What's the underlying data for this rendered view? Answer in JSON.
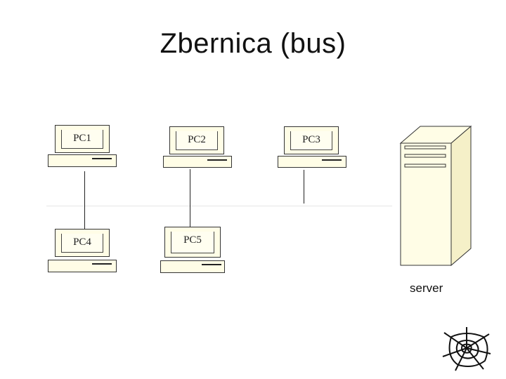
{
  "title": "Zbernica (bus)",
  "nodes": [
    {
      "id": "pc1",
      "label": "PC1"
    },
    {
      "id": "pc2",
      "label": "PC2"
    },
    {
      "id": "pc3",
      "label": "PC3"
    },
    {
      "id": "pc4",
      "label": "PC4"
    },
    {
      "id": "pc5",
      "label": "PC5"
    }
  ],
  "server": {
    "label": "server"
  },
  "icons": [
    "computer-icon",
    "server-icon",
    "spider-web-icon"
  ],
  "colors": {
    "device_fill": "#fffde6",
    "outline": "#333333"
  }
}
